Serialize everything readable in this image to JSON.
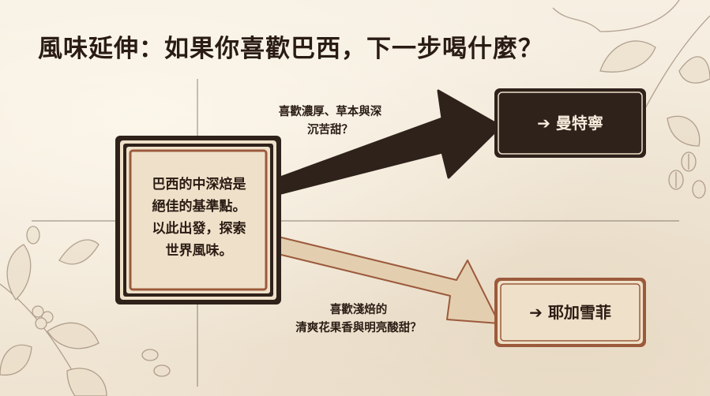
{
  "title": "風味延伸：如果你喜歡巴西，下一步喝什麼？",
  "center": {
    "lines": [
      "巴西的中深焙是",
      "絕佳的基準點。",
      "以此出發，探索",
      "世界風味。"
    ]
  },
  "branch_top": {
    "question_lines": [
      "喜歡濃厚、草本與深",
      "沉苦甜？"
    ],
    "result": "➔ 曼特寧"
  },
  "branch_bottom": {
    "question_lines": [
      "喜歡淺焙的",
      "清爽花果香與明亮酸甜？"
    ],
    "result": "➔ 耶加雪菲"
  },
  "colors": {
    "dark_brown": "#2f221b",
    "copper": "#9c5a3c",
    "cream": "#efe1c9",
    "light_tan": "#e3cfb0",
    "background": "#f3ebdc"
  }
}
